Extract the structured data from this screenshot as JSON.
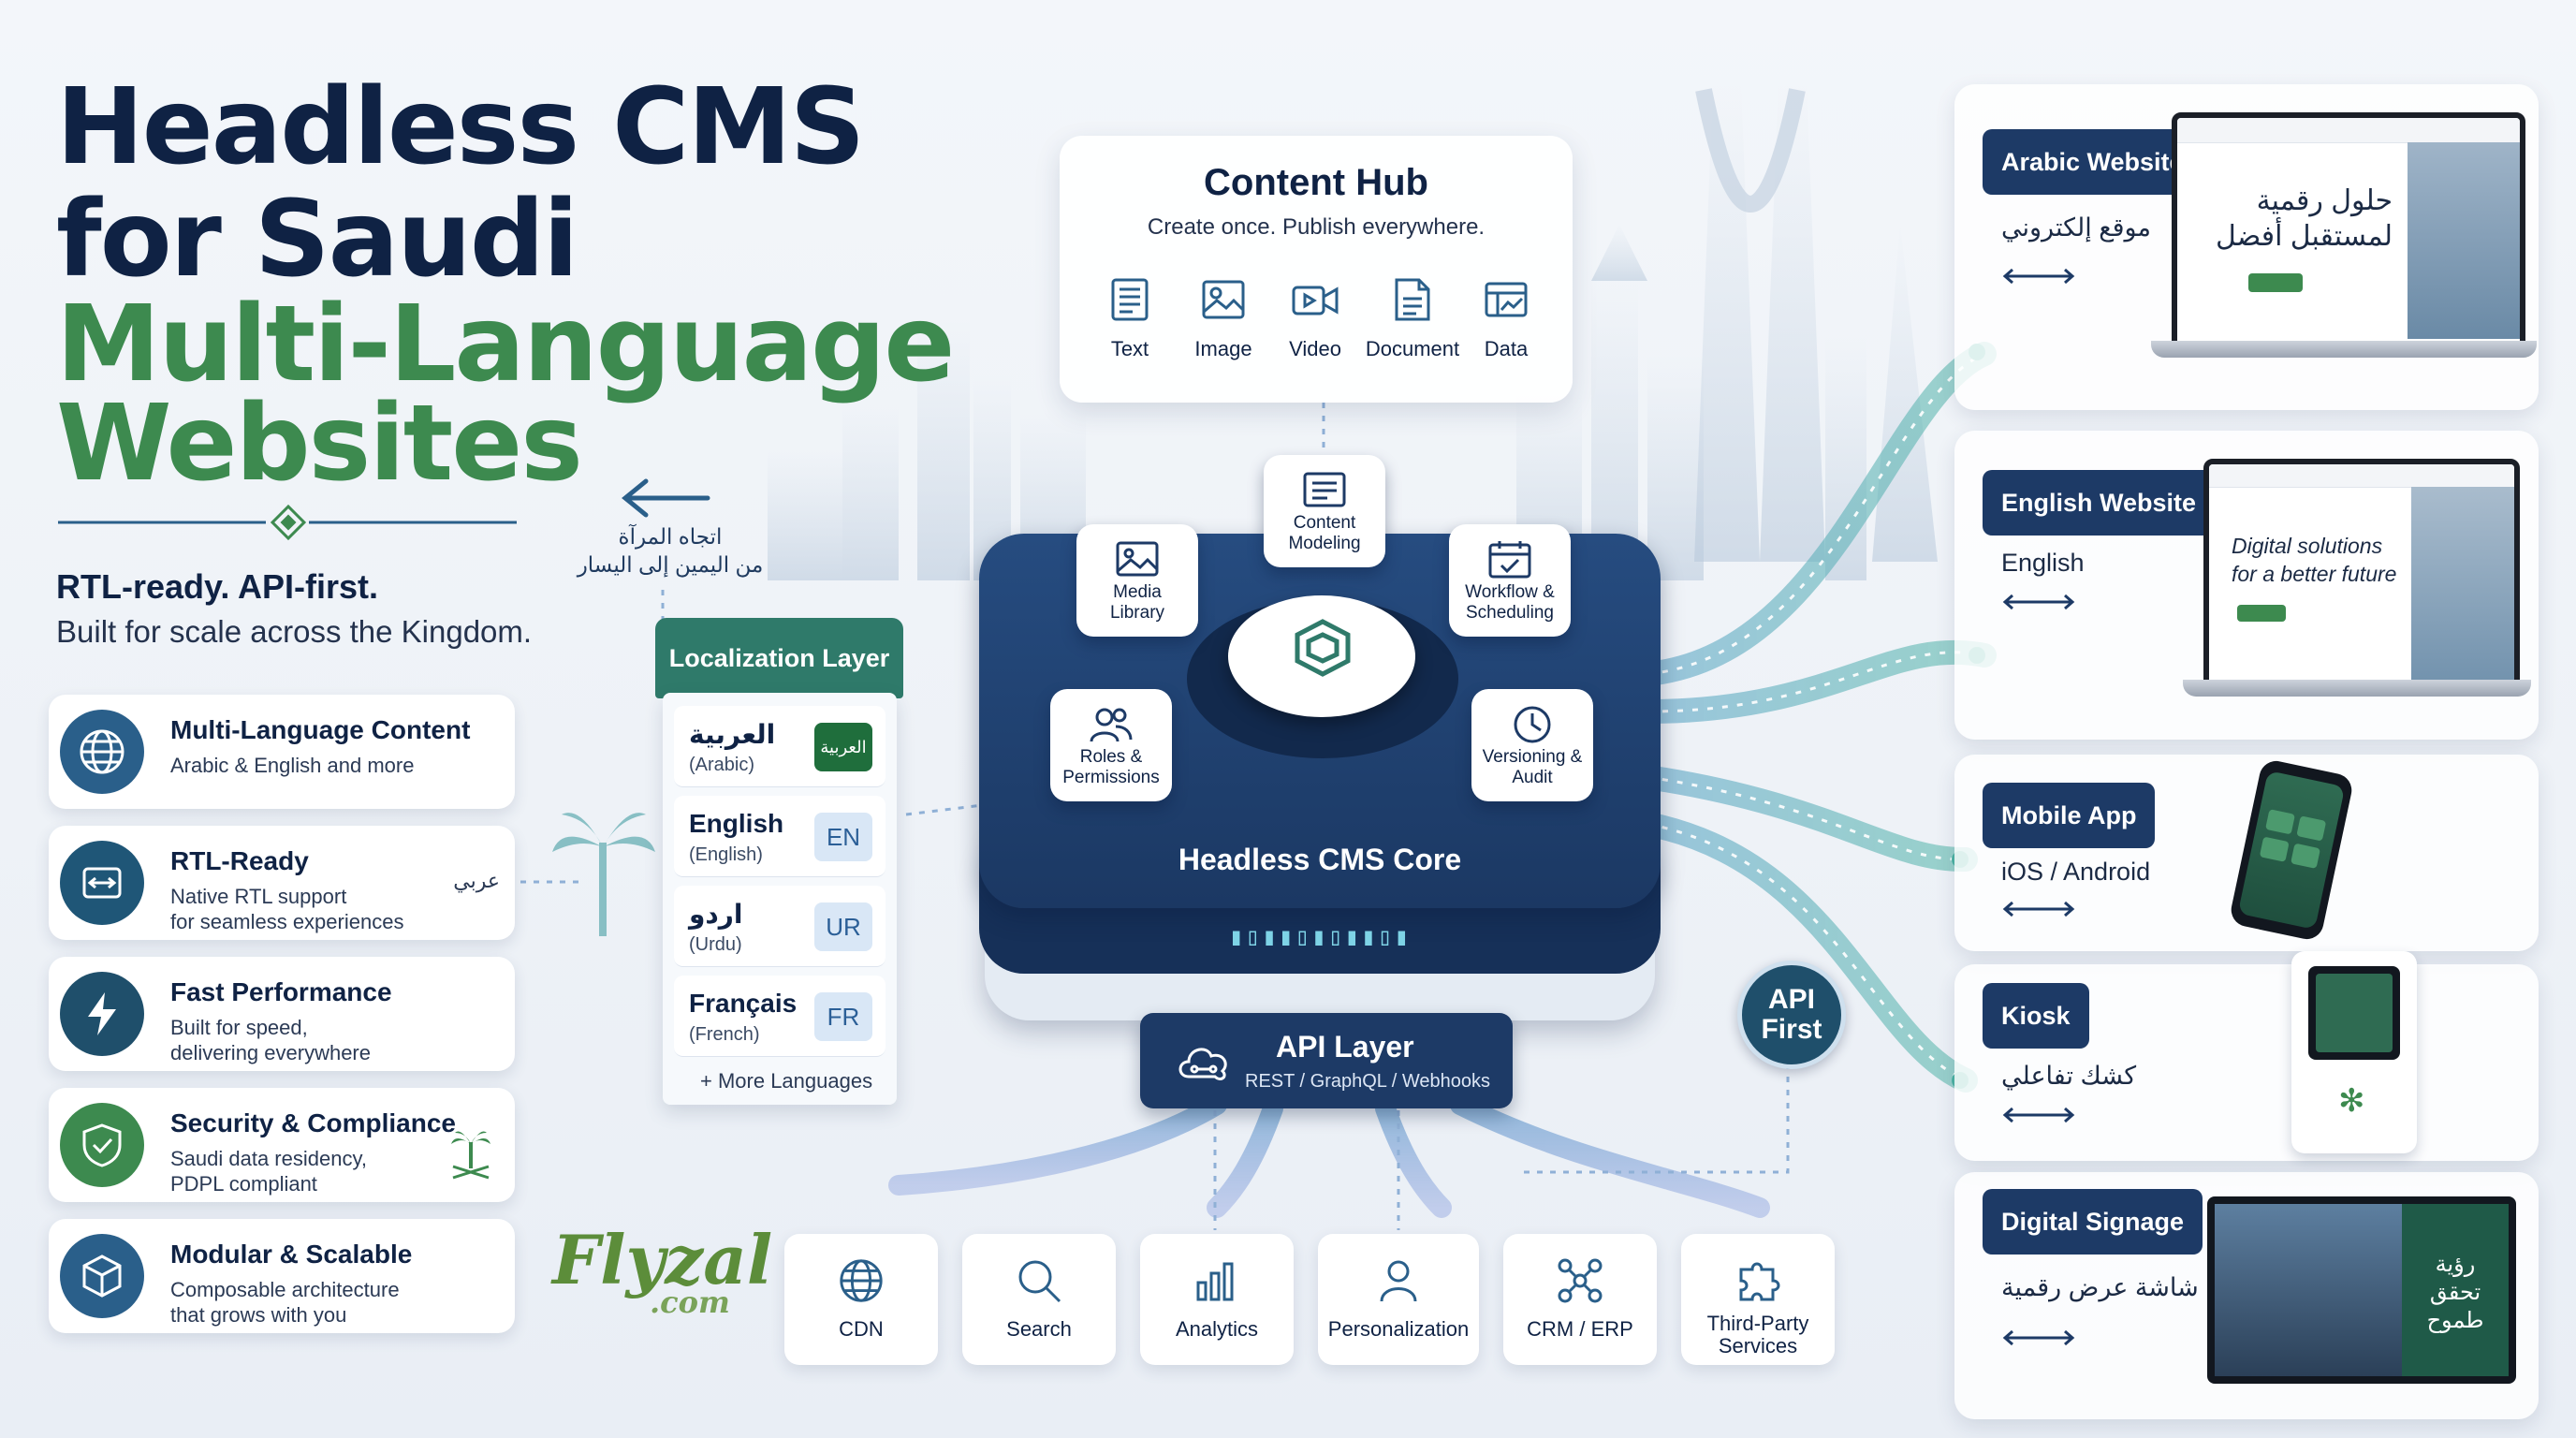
{
  "title": {
    "line1": "Headless CMS",
    "line2": "for Saudi",
    "line3": "Multi-Language",
    "line4": "Websites"
  },
  "tagline": {
    "line1": "RTL-ready. API-first.",
    "line2": "Built for scale across the Kingdom."
  },
  "features": [
    {
      "title": "Multi-Language Content",
      "desc": "Arabic & English and more",
      "icon": "globe-icon",
      "color": "#2a5f8a"
    },
    {
      "title": "RTL-Ready",
      "desc": "Native RTL support\nfor seamless experiences",
      "icon": "rtl-icon",
      "color": "#1f5677",
      "note": "عربي"
    },
    {
      "title": "Fast Performance",
      "desc": "Built for speed,\ndelivering everywhere",
      "icon": "lightning-icon",
      "color": "#1f4f6b"
    },
    {
      "title": "Security & Compliance",
      "desc": "Saudi data residency,\nPDPL compliant",
      "icon": "shield-icon",
      "color": "#3d8a4f"
    },
    {
      "title": "Modular & Scalable",
      "desc": "Composable architecture\nthat grows with you",
      "icon": "cube-icon",
      "color": "#2a5f8a"
    }
  ],
  "rtl_note": {
    "line1": "اتجاه المرآة",
    "line2": "من اليمين إلى اليسار"
  },
  "content_hub": {
    "title": "Content Hub",
    "subtitle": "Create once. Publish everywhere.",
    "items": [
      "Text",
      "Image",
      "Video",
      "Document",
      "Data"
    ]
  },
  "localization": {
    "title": "Localization Layer",
    "languages": [
      {
        "name": "العربية",
        "sub": "(Arabic)",
        "code": "العربية"
      },
      {
        "name": "English",
        "sub": "(English)",
        "code": "EN"
      },
      {
        "name": "اردو",
        "sub": "(Urdu)",
        "code": "UR"
      },
      {
        "name": "Français",
        "sub": "(French)",
        "code": "FR"
      }
    ],
    "more": "+ More Languages"
  },
  "core": {
    "label": "Headless CMS Core",
    "modules": [
      {
        "label": "Content\nModeling",
        "icon": "modeling-icon"
      },
      {
        "label": "Media\nLibrary",
        "icon": "media-icon"
      },
      {
        "label": "Workflow &\nScheduling",
        "icon": "calendar-icon"
      },
      {
        "label": "Roles &\nPermissions",
        "icon": "users-icon"
      },
      {
        "label": "Versioning &\nAudit",
        "icon": "clock-icon"
      }
    ]
  },
  "api_layer": {
    "title": "API Layer",
    "subtitle": "REST / GraphQL / Webhooks"
  },
  "api_first": {
    "line1": "API",
    "line2": "First"
  },
  "services": [
    {
      "label": "CDN",
      "icon": "globe-icon"
    },
    {
      "label": "Search",
      "icon": "search-icon"
    },
    {
      "label": "Analytics",
      "icon": "bar-chart-icon"
    },
    {
      "label": "Personalization",
      "icon": "person-icon"
    },
    {
      "label": "CRM / ERP",
      "icon": "network-icon"
    },
    {
      "label": "Third-Party\nServices",
      "icon": "puzzle-icon"
    }
  ],
  "channels": [
    {
      "tag": "Arabic Website",
      "sub": "موقع إلكتروني",
      "screen": "حلول رقمية\nلمستقبل أفضل"
    },
    {
      "tag": "English Website",
      "sub": "English",
      "screen": "Digital solutions\nfor a better future"
    },
    {
      "tag": "Mobile App",
      "sub": "iOS / Android"
    },
    {
      "tag": "Kiosk",
      "sub": "كشك تفاعلي"
    },
    {
      "tag": "Digital Signage",
      "sub": "شاشة عرض رقمية",
      "screen": "رؤية\nتحقق\nطموح"
    }
  ],
  "logo": {
    "main": "Flyzal",
    "sub": ".com"
  },
  "colors": {
    "navy": "#0f2244",
    "green": "#3d8a4f",
    "core": "#1d3a66",
    "teal": "#2f7a6a"
  }
}
